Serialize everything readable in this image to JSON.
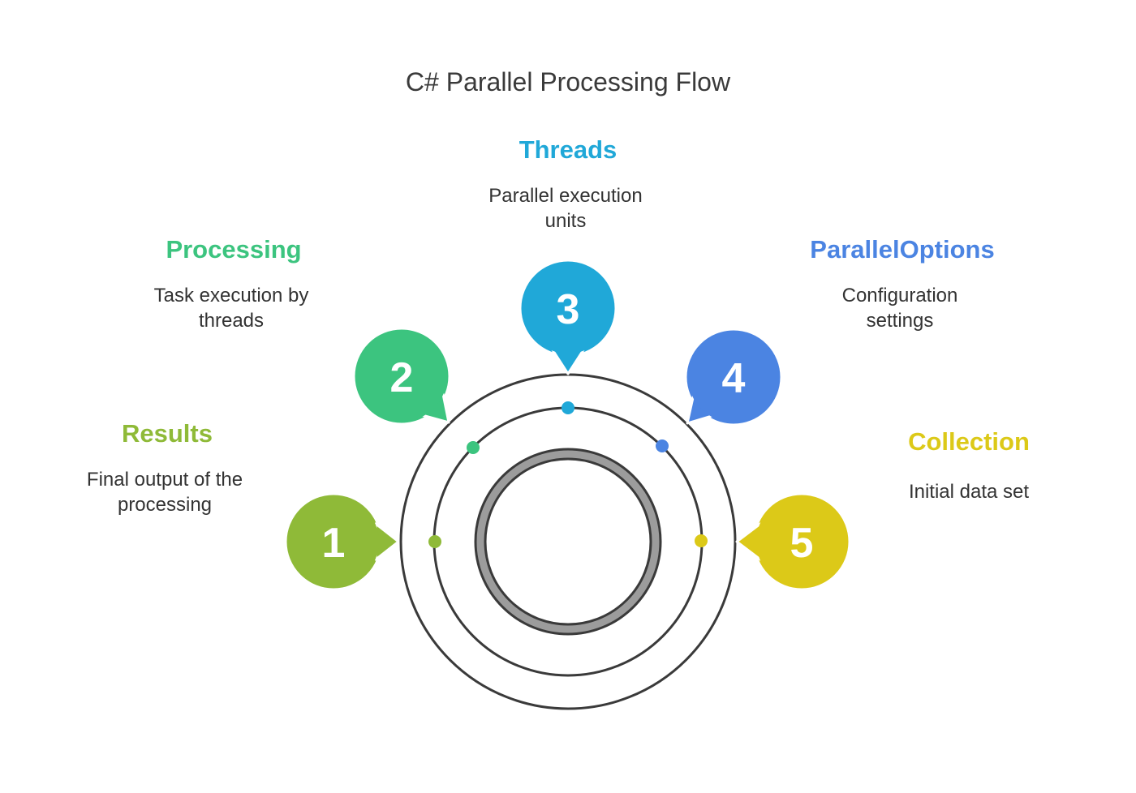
{
  "title": "C# Parallel Processing Flow",
  "colors": {
    "results": "#8fba38",
    "processing": "#3cc47f",
    "threads": "#20a8d8",
    "parallel_options": "#4b84e2",
    "collection": "#dcc918",
    "ring_stroke": "#3a3a3a",
    "inner_ring": "#9c9c9c"
  },
  "steps": [
    {
      "number": "1",
      "title": "Results",
      "description": "Final output of the processing"
    },
    {
      "number": "2",
      "title": "Processing",
      "description": "Task execution by threads"
    },
    {
      "number": "3",
      "title": "Threads",
      "description": "Parallel execution units"
    },
    {
      "number": "4",
      "title": "ParallelOptions",
      "description": "Configuration settings"
    },
    {
      "number": "5",
      "title": "Collection",
      "description": "Initial data set"
    }
  ]
}
